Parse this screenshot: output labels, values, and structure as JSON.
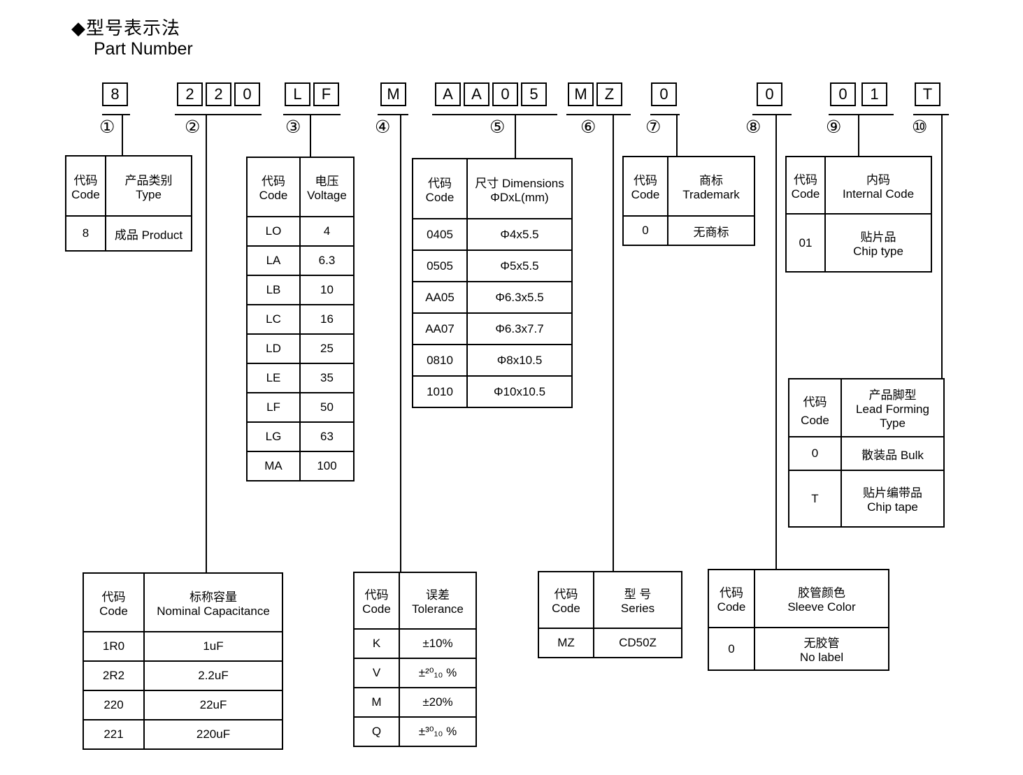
{
  "title": {
    "cn": "◆型号表示法",
    "en": "Part Number"
  },
  "part_number": {
    "groups": [
      {
        "circle": "①",
        "chars": [
          "8"
        ]
      },
      {
        "circle": "②",
        "chars": [
          "2",
          "2",
          "0"
        ]
      },
      {
        "circle": "③",
        "chars": [
          "L",
          "F"
        ]
      },
      {
        "circle": "④",
        "chars": [
          "M"
        ]
      },
      {
        "circle": "⑤",
        "chars": [
          "A",
          "A",
          "0",
          "5"
        ]
      },
      {
        "circle": "⑥",
        "chars": [
          "M",
          "Z"
        ]
      },
      {
        "circle": "⑦",
        "chars": [
          "0"
        ]
      },
      {
        "circle": "⑧",
        "chars": [
          "0"
        ]
      },
      {
        "circle": "⑨",
        "chars": [
          "0",
          "1"
        ]
      },
      {
        "circle": "⑩",
        "chars": [
          "T"
        ]
      }
    ]
  },
  "tables": {
    "product_type": {
      "h1": [
        "代码",
        "Code"
      ],
      "h2": [
        "产品类别",
        "Type"
      ],
      "rows": [
        [
          "8",
          "成品 Product"
        ]
      ]
    },
    "capacitance": {
      "h1": [
        "代码",
        "Code"
      ],
      "h2": [
        "标称容量",
        "Nominal Capacitance"
      ],
      "rows": [
        [
          "1R0",
          "1uF"
        ],
        [
          "2R2",
          "2.2uF"
        ],
        [
          "220",
          "22uF"
        ],
        [
          "221",
          "220uF"
        ]
      ]
    },
    "voltage": {
      "h1": [
        "代码",
        "Code"
      ],
      "h2": [
        "电压",
        "Voltage"
      ],
      "rows": [
        [
          "LO",
          "4"
        ],
        [
          "LA",
          "6.3"
        ],
        [
          "LB",
          "10"
        ],
        [
          "LC",
          "16"
        ],
        [
          "LD",
          "25"
        ],
        [
          "LE",
          "35"
        ],
        [
          "LF",
          "50"
        ],
        [
          "LG",
          "63"
        ],
        [
          "MA",
          "100"
        ]
      ]
    },
    "tolerance": {
      "h1": [
        "代码",
        "Code"
      ],
      "h2": [
        "误差",
        "Tolerance"
      ],
      "rows": [
        [
          "K",
          "±10%"
        ],
        [
          "V",
          "±²⁰₁₀ %"
        ],
        [
          "M",
          "±20%"
        ],
        [
          "Q",
          "±³⁰₁₀ %"
        ]
      ]
    },
    "dimensions": {
      "h1": [
        "代码",
        "Code"
      ],
      "h2": [
        "尺寸 Dimensions",
        "ΦDxL(mm)"
      ],
      "rows": [
        [
          "0405",
          "Φ4x5.5"
        ],
        [
          "0505",
          "Φ5x5.5"
        ],
        [
          "AA05",
          "Φ6.3x5.5"
        ],
        [
          "AA07",
          "Φ6.3x7.7"
        ],
        [
          "0810",
          "Φ8x10.5"
        ],
        [
          "1010",
          "Φ10x10.5"
        ]
      ]
    },
    "series": {
      "h1": [
        "代码",
        "Code"
      ],
      "h2": [
        "型 号",
        "Series"
      ],
      "rows": [
        [
          "MZ",
          "CD50Z"
        ]
      ]
    },
    "trademark": {
      "h1": [
        "代码",
        "Code"
      ],
      "h2": [
        "商标",
        "Trademark"
      ],
      "rows": [
        [
          "0",
          "无商标"
        ]
      ]
    },
    "sleeve_color": {
      "h1": [
        "代码",
        "Code"
      ],
      "h2": [
        "胶管颜色",
        "Sleeve Color"
      ],
      "rows": [
        [
          "0",
          "无胶管",
          "No label"
        ]
      ]
    },
    "internal_code": {
      "h1": [
        "代码",
        "Code"
      ],
      "h2": [
        "内码",
        "Internal Code"
      ],
      "rows": [
        [
          "01",
          "贴片品",
          "Chip type"
        ]
      ]
    },
    "lead_forming": {
      "h1": [
        "代码",
        "Code"
      ],
      "h2": [
        "产品脚型",
        "Lead Forming",
        "Type"
      ],
      "rows": [
        [
          "0",
          "散装品 Bulk"
        ],
        [
          "T",
          "贴片编带品",
          "Chip tape"
        ]
      ]
    }
  }
}
